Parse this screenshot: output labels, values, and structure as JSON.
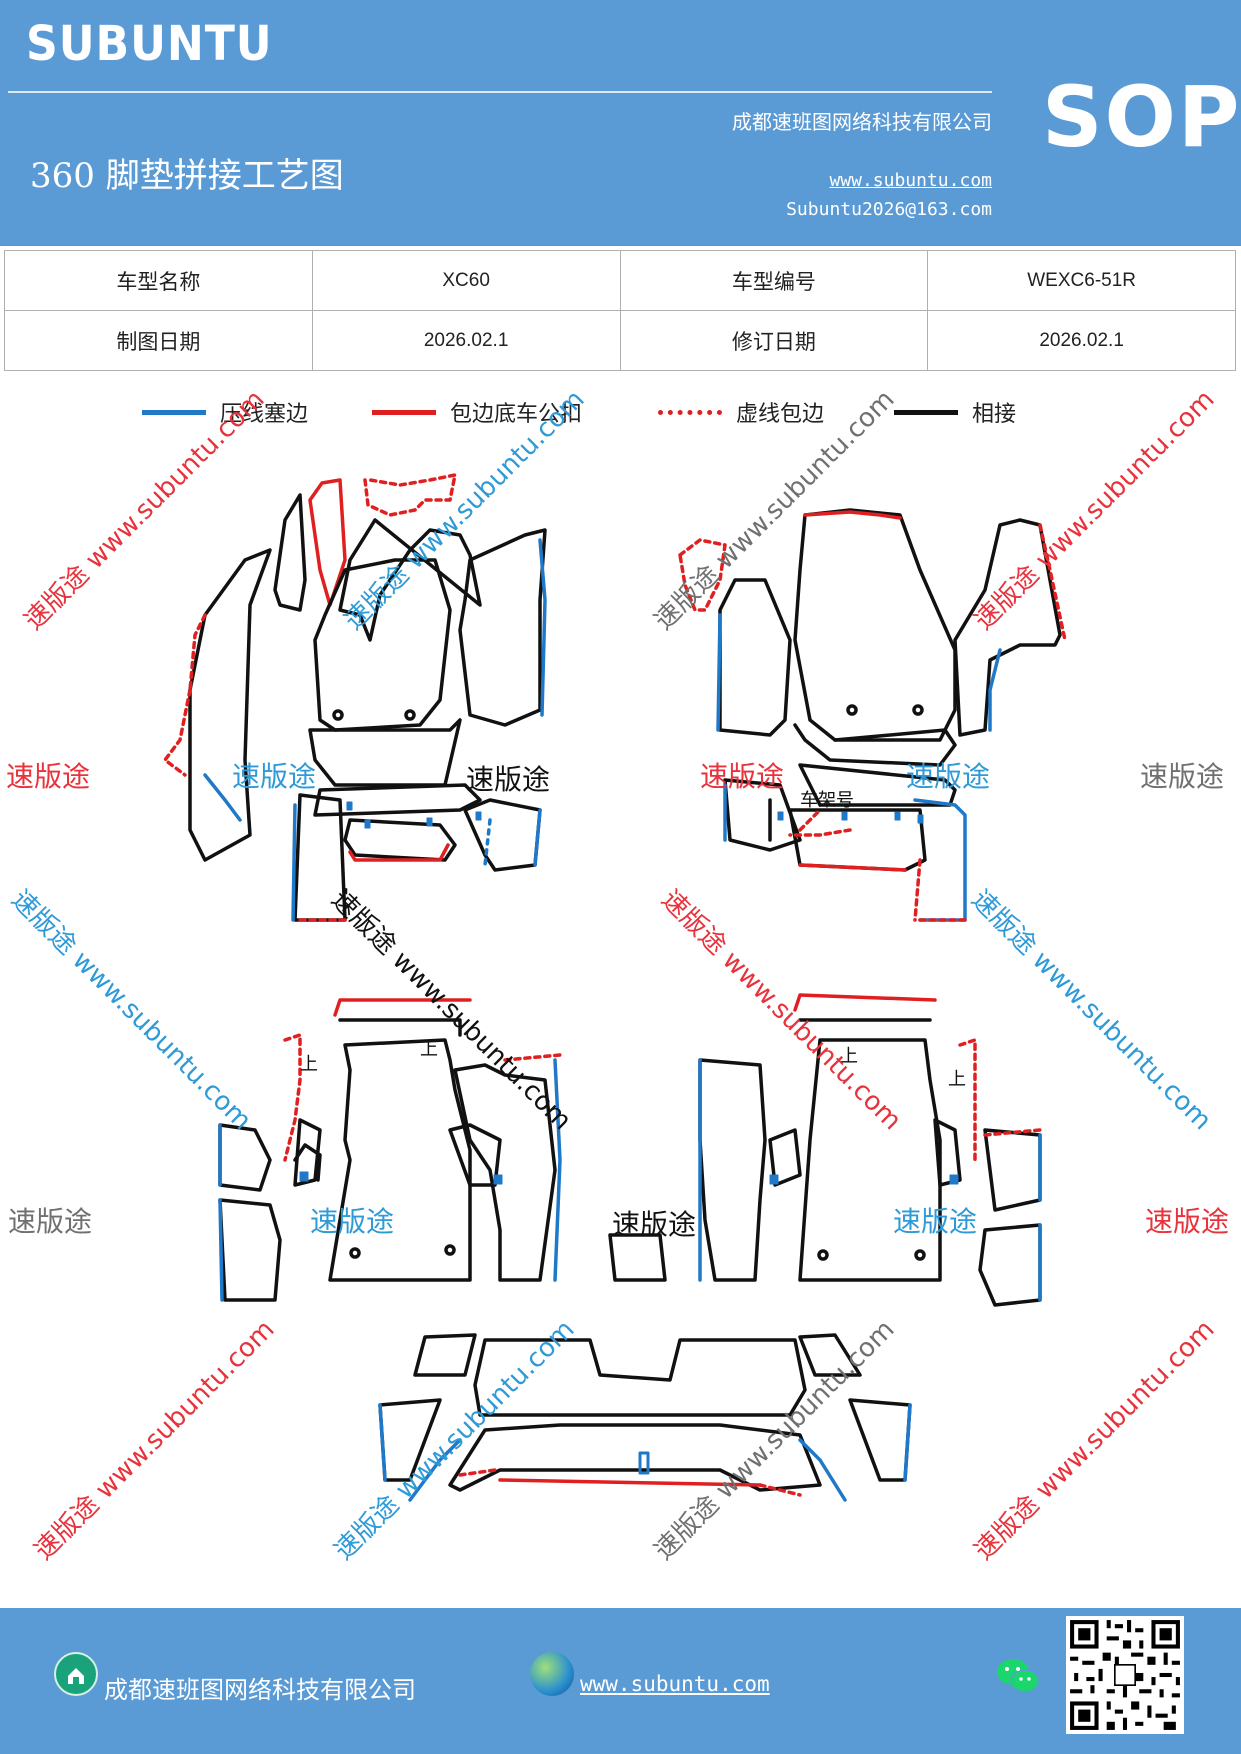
{
  "header": {
    "brand": "SUBUNTU",
    "sop": "SOP",
    "company": "成都速班图网络科技有限公司",
    "title": "360 脚垫拼接工艺图",
    "website": "www.subuntu.com",
    "email": "Subuntu2026@163.com"
  },
  "info_table": {
    "row1": {
      "label1": "车型名称",
      "value1": "XC60",
      "label2": "车型编号",
      "value2": "WEXC6-51R"
    },
    "row2": {
      "label1": "制图日期",
      "value1": "2026.02.1",
      "label2": "修订日期",
      "value2": "2026.02.1"
    }
  },
  "legend": {
    "items": [
      {
        "label": "压线塞边",
        "color": "#1f78c8",
        "style": "solid"
      },
      {
        "label": "包边底车公扣",
        "color": "#e02020",
        "style": "solid"
      },
      {
        "label": "虚线包边",
        "color": "#e02020",
        "style": "dotted"
      },
      {
        "label": "相接",
        "color": "#111111",
        "style": "solid"
      }
    ]
  },
  "drawing": {
    "labels": {
      "chassis_no": "车架号",
      "up_mark": "上"
    }
  },
  "watermarks": {
    "brand_cn": "速版途",
    "brand_url": "速版途 www.subuntu.com"
  },
  "footer": {
    "company": "成都速班图网络科技有限公司",
    "website": "www.subuntu.com "
  },
  "colors": {
    "header_bg": "#5b9bd5",
    "press_line": "#1f78c8",
    "edge_red": "#e02020",
    "join_black": "#111111"
  }
}
